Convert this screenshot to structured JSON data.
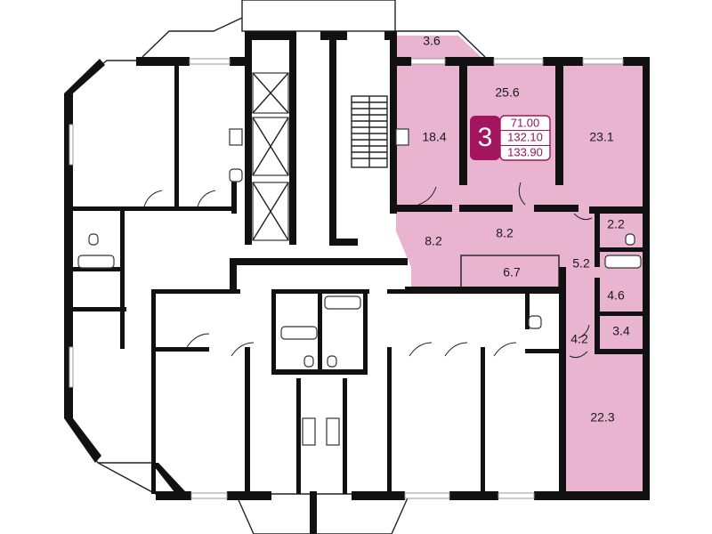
{
  "colors": {
    "apartment_fill": "#e8b4d0",
    "badge_bg": "#a3155f",
    "walls": "#111111"
  },
  "apartment": {
    "number": "3",
    "areas": [
      "71.00",
      "132.10",
      "133.90"
    ]
  },
  "rooms": [
    {
      "id": "loggia",
      "area": "3.6"
    },
    {
      "id": "bedroom-top",
      "area": "25.6"
    },
    {
      "id": "kitchen",
      "area": "18.4"
    },
    {
      "id": "bedroom-right",
      "area": "23.1"
    },
    {
      "id": "hall-left",
      "area": "8.2"
    },
    {
      "id": "hall-center",
      "area": "8.2"
    },
    {
      "id": "closet",
      "area": "6.7"
    },
    {
      "id": "wc",
      "area": "2.2"
    },
    {
      "id": "bathroom",
      "area": "5.2"
    },
    {
      "id": "dressing",
      "area": "4.6"
    },
    {
      "id": "storage",
      "area": "3.4"
    },
    {
      "id": "corridor",
      "area": "4.2"
    },
    {
      "id": "living",
      "area": "22.3"
    }
  ]
}
